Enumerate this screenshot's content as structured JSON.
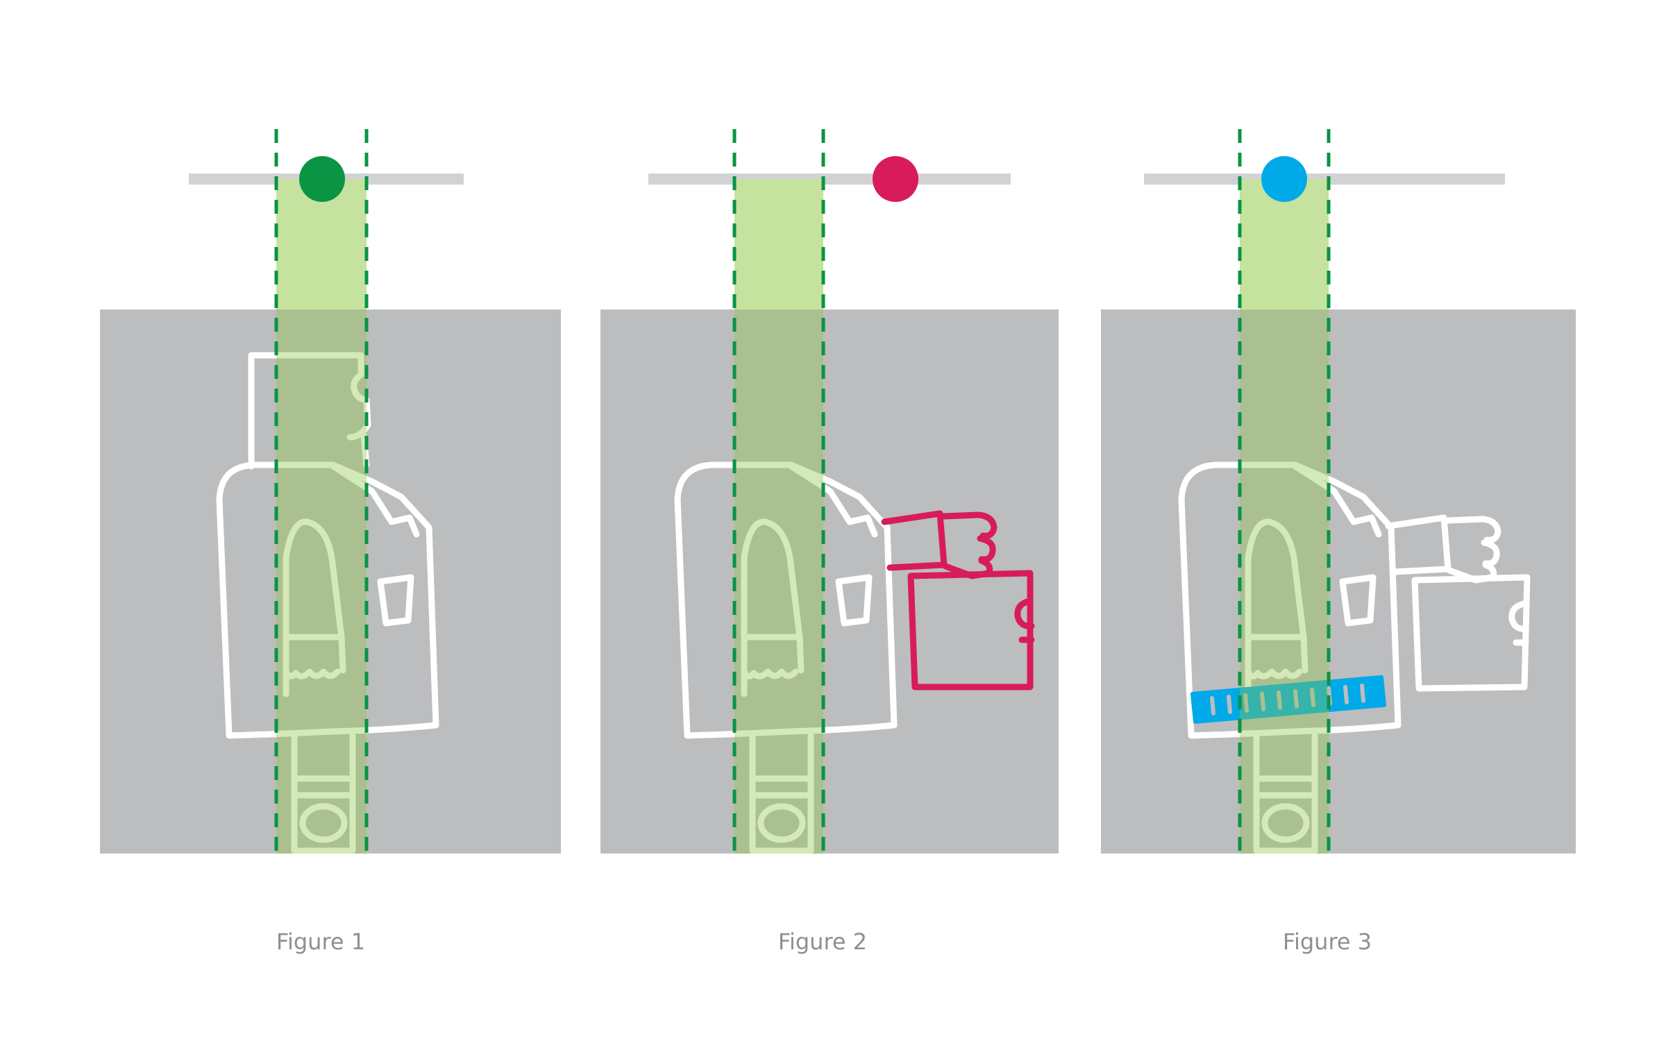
{
  "figures": [
    {
      "caption": "Figure 1",
      "dot_color": "#0a9444",
      "highlight": "none"
    },
    {
      "caption": "Figure 2",
      "dot_color": "#d81b5b",
      "highlight": "arm-and-box"
    },
    {
      "caption": "Figure 3",
      "dot_color": "#00a9e8",
      "highlight": "bar"
    }
  ],
  "colors": {
    "panel": "#bcbdbf",
    "rail": "#d1d2d4",
    "beam": "#c6e29f",
    "beam_overlay": "rgba(141,196,68,0.38)",
    "guide": "#0a9444",
    "outline": "#ffffff"
  }
}
